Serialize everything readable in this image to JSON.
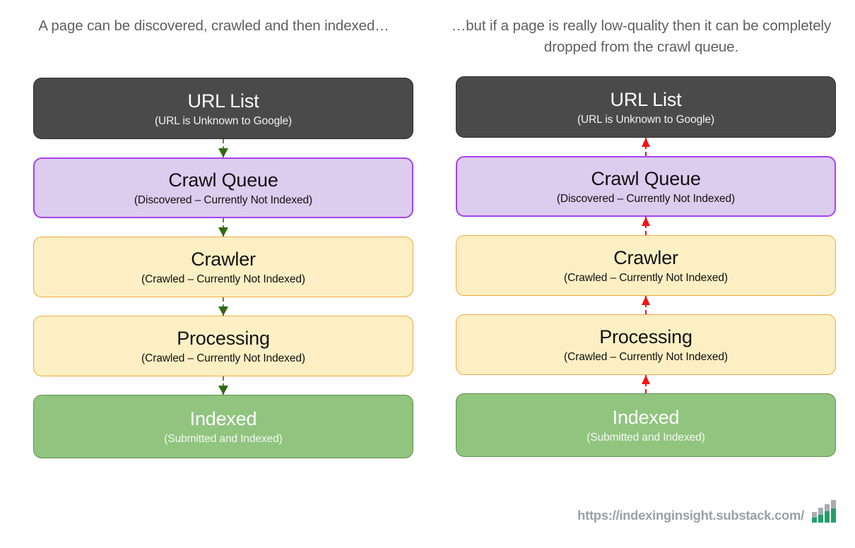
{
  "diagram": {
    "type": "flowchart",
    "columns": [
      {
        "id": "left",
        "caption": "A page can be discovered, crawled and then indexed…",
        "arrow_direction": "down",
        "arrow_color": "#2f6b12",
        "arrow_style": "dashed",
        "nodes": [
          {
            "title": "URL List",
            "subtitle": "(URL is Unknown to Google)",
            "fill": "#4a4a4a",
            "border": "#2c2c2c",
            "text_color": "#ffffff"
          },
          {
            "title": "Crawl Queue",
            "subtitle": "(Discovered – Currently Not Indexed)",
            "fill": "#dcccee",
            "border": "#a742f0",
            "text_color": "#111111"
          },
          {
            "title": "Crawler",
            "subtitle": "(Crawled – Currently Not Indexed)",
            "fill": "#fdefc4",
            "border": "#f0a93c",
            "text_color": "#111111"
          },
          {
            "title": "Processing",
            "subtitle": "(Crawled – Currently Not Indexed)",
            "fill": "#fdefc4",
            "border": "#f0a93c",
            "text_color": "#111111"
          },
          {
            "title": "Indexed",
            "subtitle": "(Submitted and Indexed)",
            "fill": "#90c47f",
            "border": "#5e9150",
            "text_color": "#ffffff"
          }
        ]
      },
      {
        "id": "right",
        "caption": "…but if a page is really low-quality then it can be completely dropped from the crawl queue.",
        "arrow_direction": "up",
        "arrow_color": "#f01414",
        "arrow_style": "dashed",
        "nodes": [
          {
            "title": "URL List",
            "subtitle": "(URL is Unknown to Google)",
            "fill": "#4a4a4a",
            "border": "#2c2c2c",
            "text_color": "#ffffff"
          },
          {
            "title": "Crawl Queue",
            "subtitle": "(Discovered – Currently Not Indexed)",
            "fill": "#dcccee",
            "border": "#a742f0",
            "text_color": "#111111"
          },
          {
            "title": "Crawler",
            "subtitle": "(Crawled – Currently Not Indexed)",
            "fill": "#fdefc4",
            "border": "#f0a93c",
            "text_color": "#111111"
          },
          {
            "title": "Processing",
            "subtitle": "(Crawled – Currently Not Indexed)",
            "fill": "#fdefc4",
            "border": "#f0a93c",
            "text_color": "#111111"
          },
          {
            "title": "Indexed",
            "subtitle": "(Submitted and Indexed)",
            "fill": "#90c47f",
            "border": "#5e9150",
            "text_color": "#ffffff"
          }
        ]
      }
    ]
  },
  "watermark": {
    "url": "https://indexinginsight.substack.com/",
    "logo_name": "bar-chart-logo",
    "logo_colors": {
      "bar_top": "#a7adb2",
      "bar_bottom": "#22a06b"
    }
  }
}
